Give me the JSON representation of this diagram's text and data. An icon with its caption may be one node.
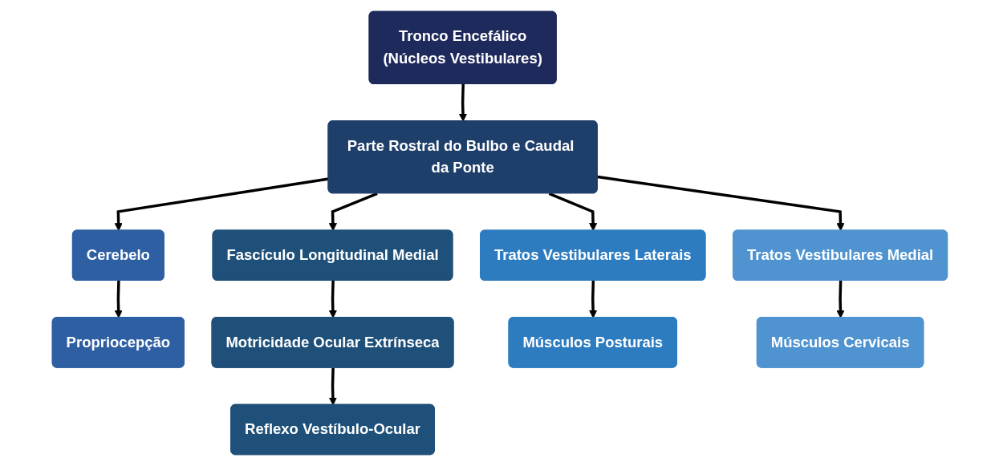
{
  "diagram": {
    "nodes": [
      {
        "text": [
          "Tronco Encefálico",
          "(Núcleos Vestibulares)"
        ]
      },
      {
        "text": [
          "Parte Rostral do Bulbo e Caudal da Ponte"
        ]
      },
      {
        "text": [
          "Cerebelo"
        ]
      },
      {
        "text": [
          "Fascículo Longitudinal Medial"
        ]
      },
      {
        "text": [
          "Tratos Vestibulares Laterais"
        ]
      },
      {
        "text": [
          "Tratos Vestibulares Medial"
        ]
      },
      {
        "text": [
          "Propriocepção"
        ]
      },
      {
        "text": [
          "Motricidade Ocular Extrínseca"
        ]
      },
      {
        "text": [
          "Músculos Posturais"
        ]
      },
      {
        "text": [
          "Músculos Cervicais"
        ]
      },
      {
        "text": [
          "Reflexo Vestíbulo-Ocular"
        ]
      }
    ],
    "edges": [
      {
        "from": 0,
        "to": 1,
        "arrow": "to"
      },
      {
        "from": 1,
        "to": 2,
        "arrow": "to"
      },
      {
        "from": 1,
        "to": 3,
        "arrow": "to"
      },
      {
        "from": 1,
        "to": 4,
        "arrow": "to"
      },
      {
        "from": 1,
        "to": 5,
        "arrow": "to"
      },
      {
        "from": 2,
        "to": 6,
        "arrow": "to"
      },
      {
        "from": 3,
        "to": 7,
        "arrow": "to"
      },
      {
        "from": 4,
        "to": 8,
        "arrow": "to"
      },
      {
        "from": 5,
        "to": 9,
        "arrow": "to"
      },
      {
        "from": 7,
        "to": 10,
        "arrow": "to"
      }
    ]
  }
}
